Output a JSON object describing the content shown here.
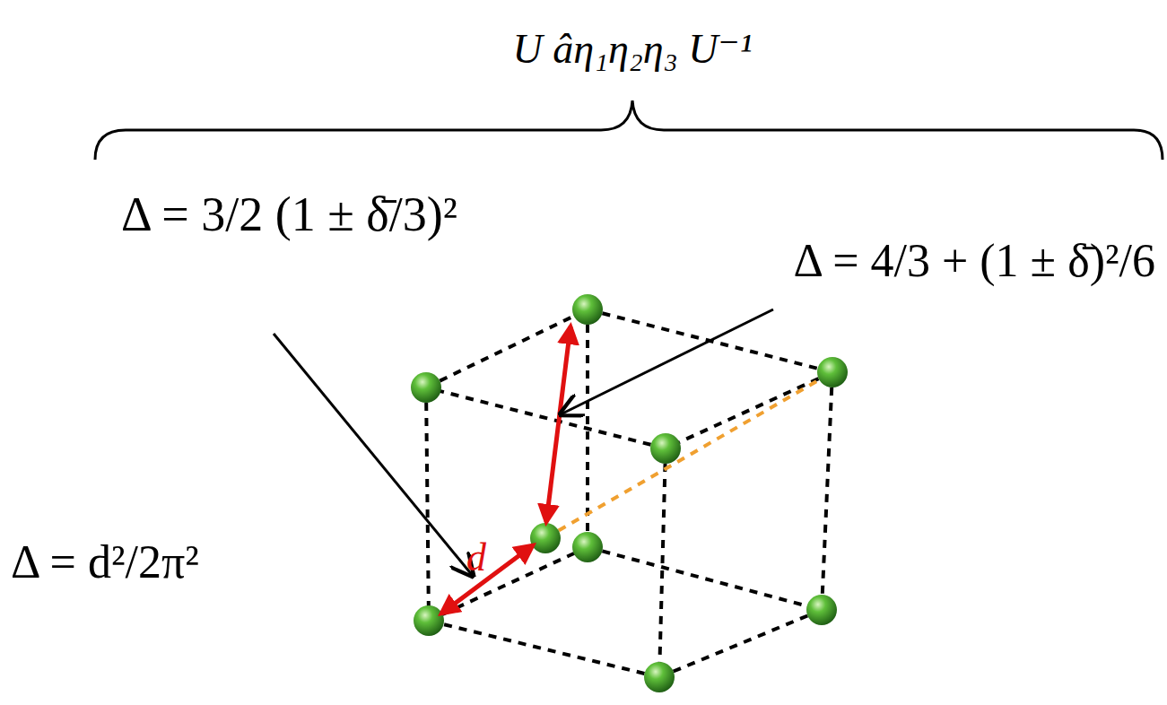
{
  "diagram": {
    "labels": [
      "U âη₁η₂η₃ U⁻¹",
      "Δ = 3/2 (1 ± δ̄/3)²",
      "Δ = 4/3 + (1 ± δ̄)²/6",
      "Δ = d²/2π²",
      "d"
    ]
  }
}
